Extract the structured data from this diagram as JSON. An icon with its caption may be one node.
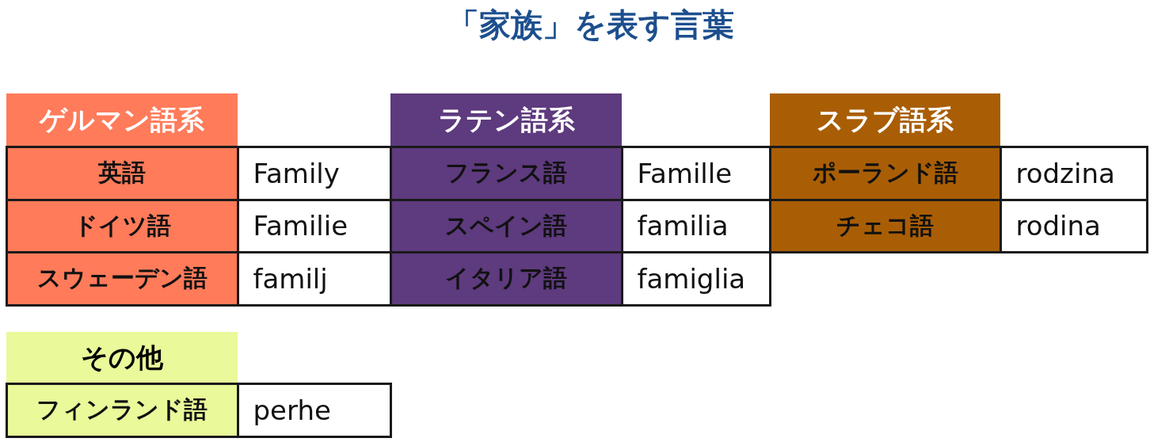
{
  "diagram": {
    "title": "「家族」を表す言葉",
    "labels": [
      "ゲルマン語系",
      "ラテン語系",
      "スラブ語系",
      "英語",
      "Family",
      "フランス語",
      "Famille",
      "ポーランド語",
      "rodzina",
      "ドイツ語",
      "Familie",
      "スペイン語",
      "familia",
      "チェコ語",
      "rodina",
      "スウェーデン語",
      "familj",
      "イタリア語",
      "famiglia",
      "その他",
      "フィンランド語",
      "perhe"
    ]
  }
}
